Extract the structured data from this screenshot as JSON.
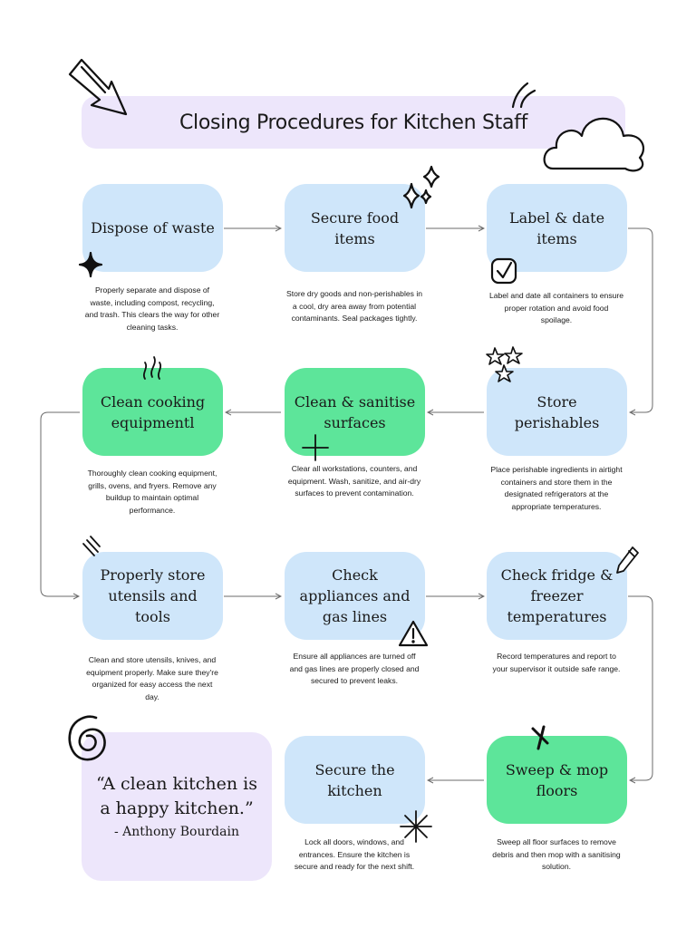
{
  "title": "Closing Procedures for Kitchen Staff",
  "steps": [
    {
      "label": "Dispose of waste",
      "description": "Properly separate and dispose of waste, including compost, recycling, and trash. This clears the way for other cleaning tasks.",
      "color": "#cfe6fa"
    },
    {
      "label": "Secure food items",
      "description": "Store dry goods and non-perishables in a cool, dry area away from potential contaminants. Seal packages tightly.",
      "color": "#cfe6fa"
    },
    {
      "label": "Label & date items",
      "description": "Label and date all containers to ensure proper rotation and avoid food spoilage.",
      "color": "#cfe6fa"
    },
    {
      "label": "Store perishables",
      "description": "Place perishable ingredients in airtight containers and store them in the designated refrigerators at the appropriate temperatures.",
      "color": "#cfe6fa"
    },
    {
      "label": "Clean & sanitise surfaces",
      "description": "Clear all workstations, counters, and equipment. Wash, sanitize, and air-dry surfaces to prevent contamination.",
      "color": "#5de59a"
    },
    {
      "label": "Clean cooking equipmentl",
      "description": "Thoroughly clean cooking equipment, grills, ovens, and fryers. Remove any buildup to maintain optimal performance.",
      "color": "#5de59a"
    },
    {
      "label": "Properly store utensils and tools",
      "description": "Clean and store utensils, knives, and equipment properly. Make sure they're organized for easy access the next day.",
      "color": "#cfe6fa"
    },
    {
      "label": "Check appliances and gas lines",
      "description": "Ensure all appliances are turned off and gas lines are properly closed and secured to prevent leaks.",
      "color": "#cfe6fa"
    },
    {
      "label": "Check fridge & freezer temperatures",
      "description": "Record temperatures and report to your supervisor it outside safe range.",
      "color": "#cfe6fa"
    },
    {
      "label": "Sweep & mop floors",
      "description": "Sweep all floor surfaces to remove debris and then mop with a sanitising solution.",
      "color": "#5de59a"
    },
    {
      "label": "Secure the kitchen",
      "description": "Lock all doors, windows, and entrances. Ensure the kitchen is secure and ready for the next shift.",
      "color": "#cfe6fa"
    }
  ],
  "quote": {
    "text": "“A clean kitchen is a happy kitchen.”",
    "author": "- Anthony Bourdain"
  },
  "colors": {
    "blue_box": "#cfe6fa",
    "green_box": "#5de59a",
    "lavender": "#ede6fb",
    "arrow": "#6b6b6b"
  },
  "icons": [
    "arrow-doodle-icon",
    "cloud-doodle-icon",
    "sparkle-icon",
    "diamond-sparkles-icon",
    "checkbox-icon",
    "stars-icon",
    "steam-icon",
    "warning-icon",
    "pencil-icon",
    "spiral-icon",
    "asterisk-icon"
  ]
}
